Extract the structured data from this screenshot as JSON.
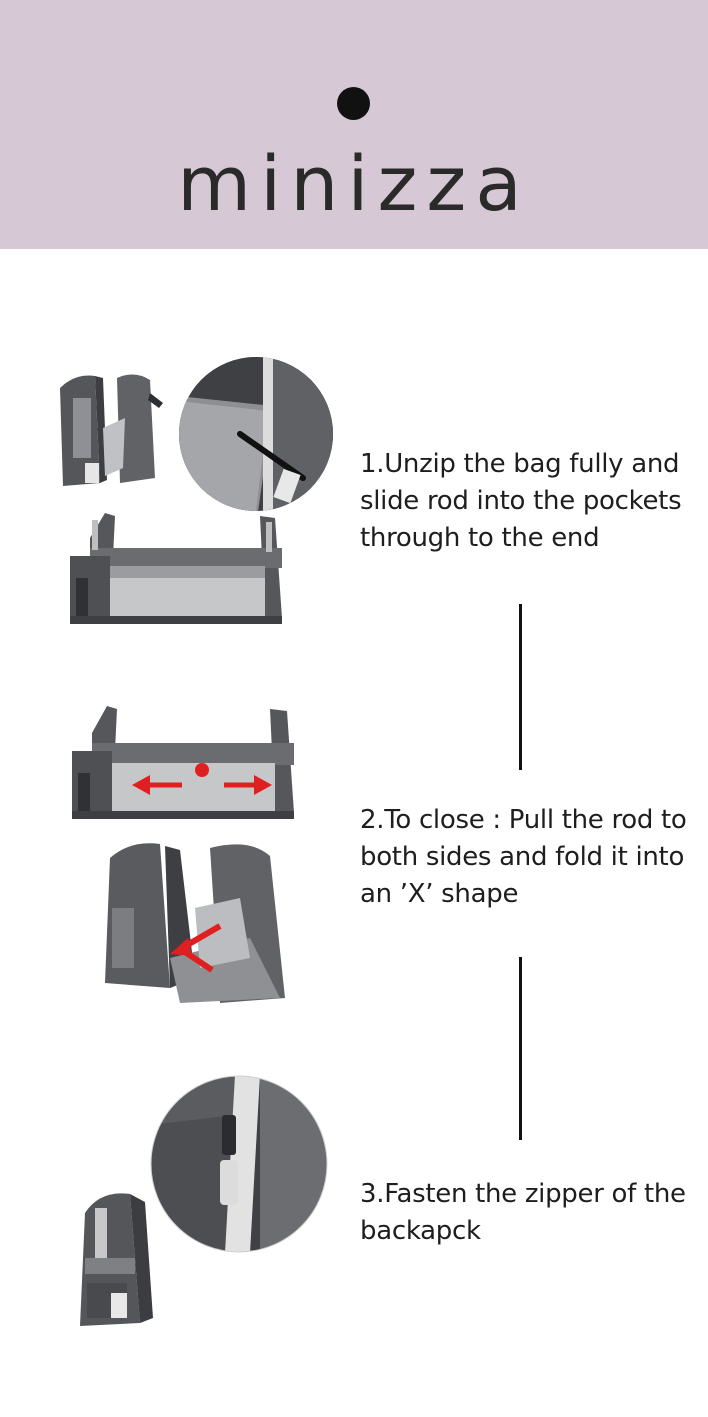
{
  "brand": {
    "name": "minizza"
  },
  "colors": {
    "header_bg": "#d6c9d5",
    "text": "#1e1e1e",
    "bag_gray": "#5a5c60",
    "mesh": "#c7c8ca",
    "arrow_red": "#e02020"
  },
  "steps": [
    {
      "text": "1.Unzip the bag fully and slide rod into the pockets through to the end"
    },
    {
      "text": "2.To close : Pull the rod to both sides and fold it into an ’X’ shape"
    },
    {
      "text": "3.Fasten the zipper of the backapck"
    }
  ]
}
